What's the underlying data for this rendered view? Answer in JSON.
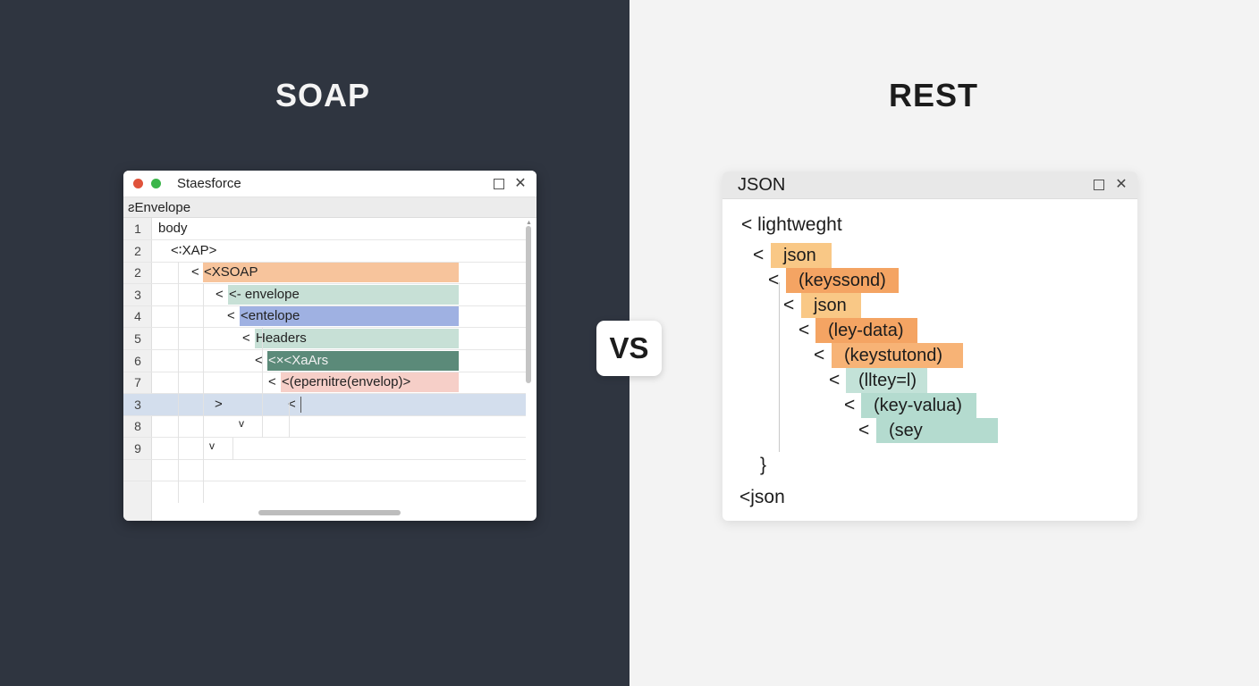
{
  "soap_heading": "SOAP",
  "rest_heading": "REST",
  "vs_label": "VS",
  "soap_window": {
    "title": "Staesforce",
    "path_bar": "ƨEnvelope",
    "code_lines": [
      {
        "num": "1",
        "text": "body"
      },
      {
        "num": "2",
        "text": "<∶XAP>"
      },
      {
        "num": "2",
        "prefix": "<",
        "highlight": "<XSOAP",
        "color": "orange"
      },
      {
        "num": "3",
        "prefix": "<",
        "highlight": "<- envelope",
        "color": "mint"
      },
      {
        "num": "4",
        "prefix": "<",
        "highlight": "<entelope",
        "color": "blue"
      },
      {
        "num": "5",
        "prefix": "<",
        "highlight": "Headers",
        "color": "mint"
      },
      {
        "num": "6",
        "prefix": "<",
        "highlight": "<×<XaArs",
        "color": "teal"
      },
      {
        "num": "7",
        "prefix": "<",
        "highlight": "<(epernitre(envelop)>",
        "color": "pink"
      },
      {
        "num": "3",
        "text": ">",
        "text2": "<"
      },
      {
        "num": "8",
        "text": "v"
      },
      {
        "num": "9",
        "text": "v"
      }
    ]
  },
  "rest_window": {
    "title": "JSON",
    "root_open": "< lightweght",
    "lines": [
      {
        "prefix": "<",
        "chip": "json",
        "color": "o1"
      },
      {
        "prefix": "<",
        "chip": "(keyssond)",
        "color": "o2"
      },
      {
        "prefix": "<",
        "chip": "json",
        "color": "o1"
      },
      {
        "prefix": "<",
        "chip": "(ley-data)",
        "color": "o2"
      },
      {
        "prefix": "<",
        "chip": "(keystutond)",
        "color": "o3"
      },
      {
        "prefix": "<",
        "chip": "(lltey=l)",
        "color": "g1"
      },
      {
        "prefix": "<",
        "chip": "(key-valua)",
        "color": "g2"
      },
      {
        "prefix": "<",
        "chip": "(sey",
        "color": "g2"
      }
    ],
    "close_brace": "}",
    "root_close": "<json"
  },
  "icons": [
    "maximize-icon",
    "close-icon"
  ]
}
